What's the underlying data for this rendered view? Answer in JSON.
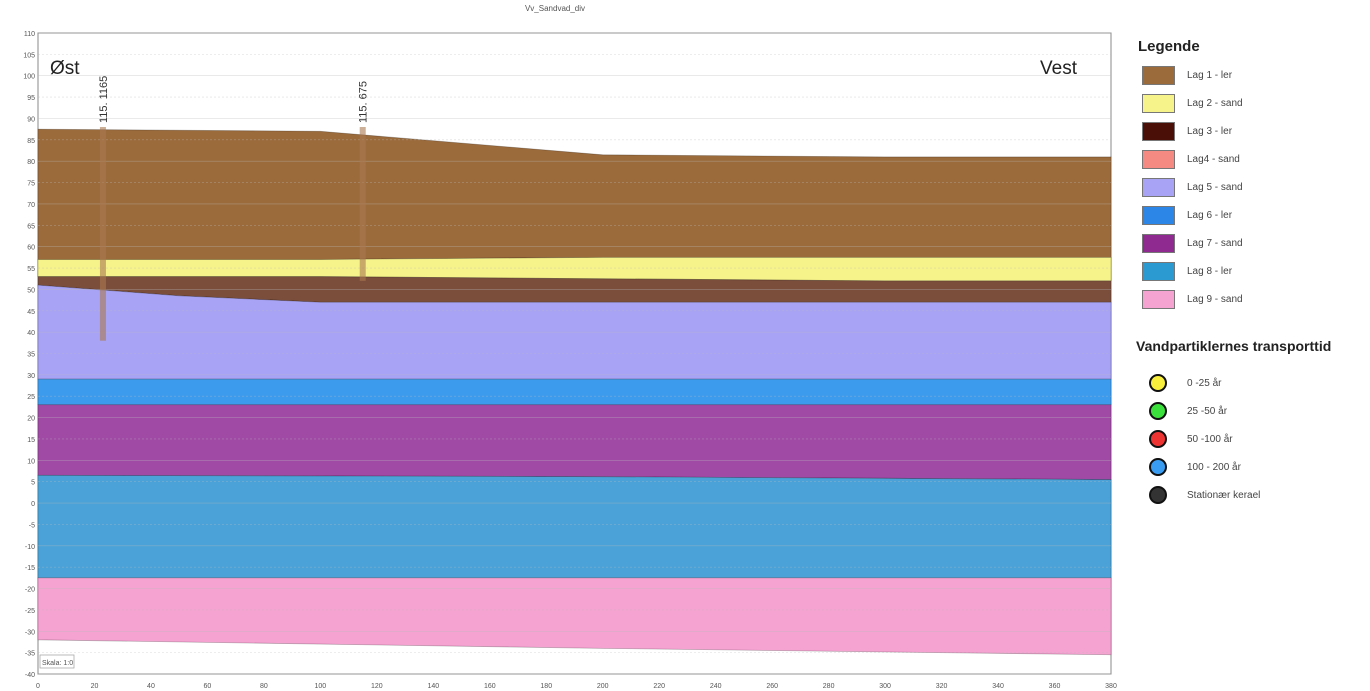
{
  "title": "Vv_Sandvad_div",
  "east_label": "Øst",
  "west_label": "Vest",
  "scale_label": "Skala: 1:0",
  "wells": [
    {
      "id": "115. 1165",
      "x": 23
    },
    {
      "id": "115. 675",
      "x": 115
    }
  ],
  "chart_data": {
    "type": "area",
    "title": "Vv_Sandvad_div",
    "x_ticks": [
      0,
      20,
      40,
      60,
      80,
      100,
      120,
      140,
      160,
      180,
      200,
      220,
      240,
      260,
      280,
      300,
      320,
      340,
      360,
      380
    ],
    "y_ticks": [
      110,
      105,
      100,
      95,
      90,
      85,
      80,
      75,
      70,
      65,
      60,
      55,
      50,
      45,
      40,
      35,
      30,
      25,
      20,
      15,
      10,
      5,
      0,
      -5,
      -10,
      -15,
      -20,
      -25,
      -30,
      -35,
      -40
    ],
    "xlim": [
      0,
      380
    ],
    "ylim": [
      -40,
      110
    ],
    "grid": true,
    "layers": [
      {
        "name": "Lag 1 - ler",
        "color": "#9b6b3c",
        "top": [
          [
            0,
            87.5
          ],
          [
            100,
            87
          ],
          [
            200,
            81.5
          ],
          [
            300,
            81
          ],
          [
            380,
            81
          ]
        ],
        "bottom": [
          [
            0,
            57
          ],
          [
            100,
            57
          ],
          [
            200,
            57.5
          ],
          [
            300,
            57.5
          ],
          [
            380,
            57.5
          ]
        ]
      },
      {
        "name": "Lag 2 - sand",
        "color": "#f6f38a",
        "top": [
          [
            0,
            57
          ],
          [
            100,
            57
          ],
          [
            200,
            57.5
          ],
          [
            300,
            57.5
          ],
          [
            380,
            57.5
          ]
        ],
        "bottom": [
          [
            0,
            53
          ],
          [
            100,
            53
          ],
          [
            200,
            52.5
          ],
          [
            300,
            52
          ],
          [
            380,
            52
          ]
        ]
      },
      {
        "name": "Lag 3 - ler",
        "color": "#7b4e3c",
        "top": [
          [
            0,
            53
          ],
          [
            100,
            53
          ],
          [
            200,
            52.5
          ],
          [
            300,
            52
          ],
          [
            380,
            52
          ]
        ],
        "bottom": [
          [
            0,
            51
          ],
          [
            50,
            48.5
          ],
          [
            100,
            47
          ],
          [
            200,
            47
          ],
          [
            300,
            47
          ],
          [
            380,
            47
          ]
        ]
      },
      {
        "name": "Lag 5 - sand",
        "color": "#a8a3f4",
        "top": [
          [
            0,
            51
          ],
          [
            50,
            48.5
          ],
          [
            100,
            47
          ],
          [
            200,
            47
          ],
          [
            300,
            47
          ],
          [
            380,
            47
          ]
        ],
        "bottom": [
          [
            0,
            29
          ],
          [
            380,
            29
          ]
        ]
      },
      {
        "name": "Lag 6 - ler",
        "color": "#3d9bed",
        "top": [
          [
            0,
            29
          ],
          [
            380,
            29
          ]
        ],
        "bottom": [
          [
            0,
            23
          ],
          [
            380,
            23
          ]
        ]
      },
      {
        "name": "Lag 7 - sand",
        "color": "#a04aa5",
        "top": [
          [
            0,
            23
          ],
          [
            380,
            23
          ]
        ],
        "bottom": [
          [
            0,
            6.5
          ],
          [
            190,
            6.2
          ],
          [
            380,
            5.5
          ]
        ]
      },
      {
        "name": "Lag 8 - ler",
        "color": "#4aa2d8",
        "top": [
          [
            0,
            6.5
          ],
          [
            190,
            6.2
          ],
          [
            380,
            5.5
          ]
        ],
        "bottom": [
          [
            0,
            -17.5
          ],
          [
            380,
            -17.5
          ]
        ]
      },
      {
        "name": "Lag 9 - sand",
        "color": "#f5a3d1",
        "top": [
          [
            0,
            -17.5
          ],
          [
            380,
            -17.5
          ]
        ],
        "bottom": [
          [
            0,
            -32
          ],
          [
            200,
            -34
          ],
          [
            380,
            -35.5
          ]
        ]
      }
    ]
  },
  "legend": {
    "title": "Legende",
    "items": [
      {
        "label": "Lag 1 - ler",
        "color": "#9b6b3c"
      },
      {
        "label": "Lag 2 - sand",
        "color": "#f6f38a"
      },
      {
        "label": "Lag 3 - ler",
        "color": "#4a0f06"
      },
      {
        "label": "Lag4 - sand",
        "color": "#f48a82"
      },
      {
        "label": "Lag 5 - sand",
        "color": "#a8a3f4"
      },
      {
        "label": "Lag 6 - ler",
        "color": "#2c86e8"
      },
      {
        "label": "Lag 7 - sand",
        "color": "#8f2a90"
      },
      {
        "label": "Lag 8 - ler",
        "color": "#2a9ad0"
      },
      {
        "label": "Lag 9 - sand",
        "color": "#f5a3d1"
      }
    ],
    "transport_title": "Vandpartiklernes transporttid",
    "transport": [
      {
        "label": "0 -25 år",
        "color": "#f7ef3c"
      },
      {
        "label": "25 -50 år",
        "color": "#3ce03c"
      },
      {
        "label": "50 -100 år",
        "color": "#ee3333"
      },
      {
        "label": "100 - 200 år",
        "color": "#3a9cf0"
      },
      {
        "label": "Stationær kerael",
        "color": "#333333"
      }
    ]
  }
}
